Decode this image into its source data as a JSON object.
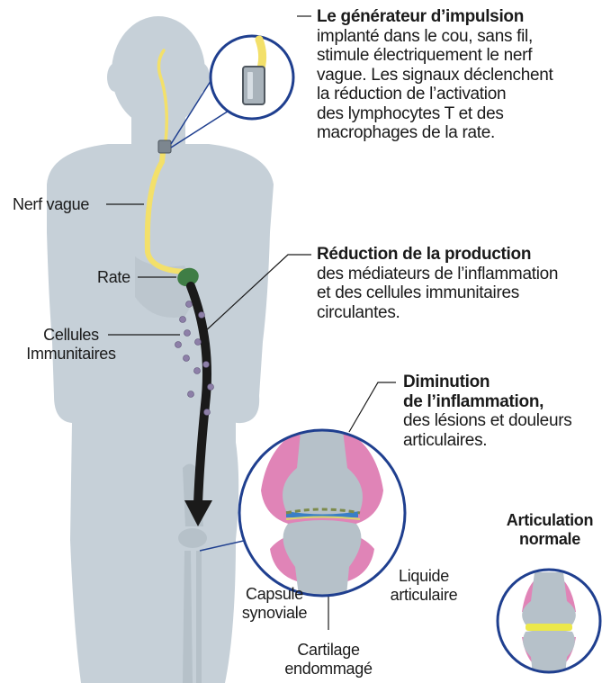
{
  "colors": {
    "body": "#c6d0d8",
    "bone": "#b6c1c9",
    "nerve": "#f3e06a",
    "spleen": "#3f7d45",
    "cell": "#8d7fa8",
    "inflamed_capsule": "#e084b7",
    "inflamed_fluid": "#3a7fc6",
    "callout_ring": "#1f3f8f",
    "cartilage_healthy": "#ece84a",
    "arrow": "#1a1a1a"
  },
  "callouts": {
    "generator": {
      "title": "Le générateur d’impulsion",
      "lines": [
        "implanté dans le cou, sans fil,",
        "stimule électriquement le nerf",
        "vague. Les signaux déclenchent",
        "la réduction de l’activation",
        "des lymphocytes T et des",
        "macrophages de la rate."
      ]
    },
    "production": {
      "title": "Réduction de la production",
      "lines": [
        "des médiateurs de l’inflammation",
        "et des cellules immunitaires",
        "circulantes."
      ]
    },
    "inflammation": {
      "title_lines": [
        "Diminution",
        "de l’inflammation,"
      ],
      "lines": [
        "des lésions et douleurs",
        "articulaires."
      ]
    }
  },
  "labels": {
    "nerve": "Nerf vague",
    "spleen": "Rate",
    "cells_1": "Cellules",
    "cells_2": "Immunitaires",
    "capsule_1": "Capsule",
    "capsule_2": "synoviale",
    "liquid_1": "Liquide",
    "liquid_2": "articulaire",
    "cartilage_1": "Cartilage",
    "cartilage_2": "endommagé",
    "normal_1": "Articulation",
    "normal_2": "normale"
  }
}
